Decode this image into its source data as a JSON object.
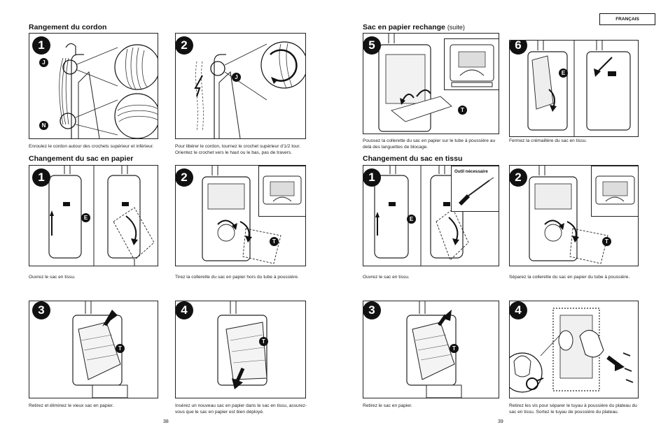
{
  "header": {
    "language_tab": "FRANÇAIS"
  },
  "left_page": {
    "page_number": "38",
    "cord_section": {
      "title": "Rangement du cordon",
      "steps": [
        {
          "number": "1",
          "markers": [
            "J",
            "N"
          ],
          "caption": "Enroulez le cordon autour des crochets supérieur et inférieur."
        },
        {
          "number": "2",
          "markers": [
            "J"
          ],
          "caption": "Pour libérer le cordon, tournez le crochet supérieur d'1/2 tour. Orientez le crochet vers le haut ou le bas, pas de travers."
        }
      ]
    },
    "paper_bag_section": {
      "title": "Changement du sac en papier",
      "steps": [
        {
          "number": "1",
          "markers": [
            "E"
          ],
          "caption": "Ouvrez le sac en tissu."
        },
        {
          "number": "2",
          "markers": [
            "T"
          ],
          "caption": "Tirez la collerette du sac en papier hors du tube à poussière."
        },
        {
          "number": "3",
          "markers": [
            "T"
          ],
          "caption": "Retirez et éliminez le vieux sac en papier."
        },
        {
          "number": "4",
          "markers": [
            "T"
          ],
          "caption": "Insérez un nouveau sac en papier dans le sac en tissu, assurez-vous que le sac en papier est bien déployé."
        }
      ]
    }
  },
  "right_page": {
    "page_number": "39",
    "replacement_section": {
      "title": "Sac en papier rechange",
      "title_suffix": "(suite)",
      "steps": [
        {
          "number": "5",
          "markers": [
            "T"
          ],
          "caption": "Poussez la collerette du sac en papier sur le tube à poussière au delà des languettes de blocage."
        },
        {
          "number": "6",
          "markers": [
            "E"
          ],
          "caption": "Fermez la crémaillère du sac en tissu."
        }
      ]
    },
    "cloth_bag_section": {
      "title": "Changement du sac en tissu",
      "tool_label": "Outil nécessaire",
      "steps": [
        {
          "number": "1",
          "markers": [
            "E"
          ],
          "caption": "Ouvrez le sac en tissu."
        },
        {
          "number": "2",
          "markers": [
            "T"
          ],
          "caption": "Séparez la collerette du sac en papier du tube à poussière."
        },
        {
          "number": "3",
          "markers": [
            "T"
          ],
          "caption": "Retirez le sac en papier."
        },
        {
          "number": "4",
          "markers": [],
          "caption": "Retirez les vis pour séparer le tuyau à poussière du plateau du sac en tissu. Sortez le tuyau de poussière du plateau."
        }
      ]
    }
  }
}
